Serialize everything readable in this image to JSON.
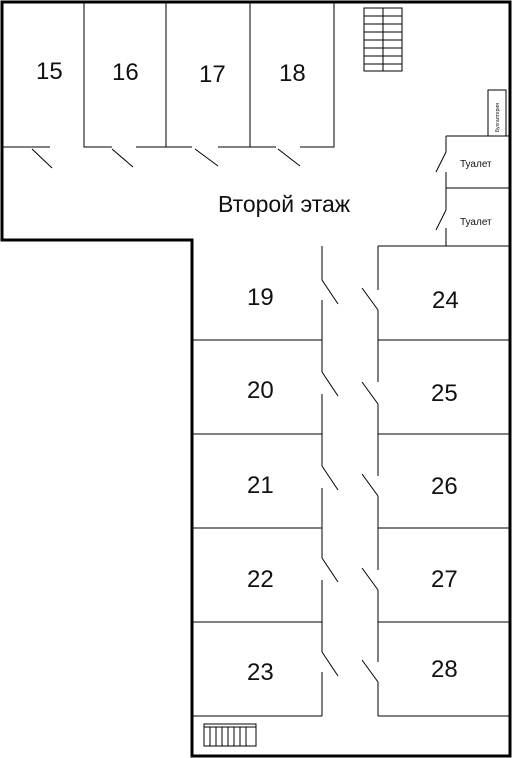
{
  "floor_title": "Второй этаж",
  "rooms": [
    "15",
    "16",
    "17",
    "18",
    "19",
    "20",
    "21",
    "22",
    "23",
    "24",
    "25",
    "26",
    "27",
    "28"
  ],
  "toilets": [
    "Туалет",
    "Туалет"
  ],
  "small_room_label": "Бухгалтерия"
}
